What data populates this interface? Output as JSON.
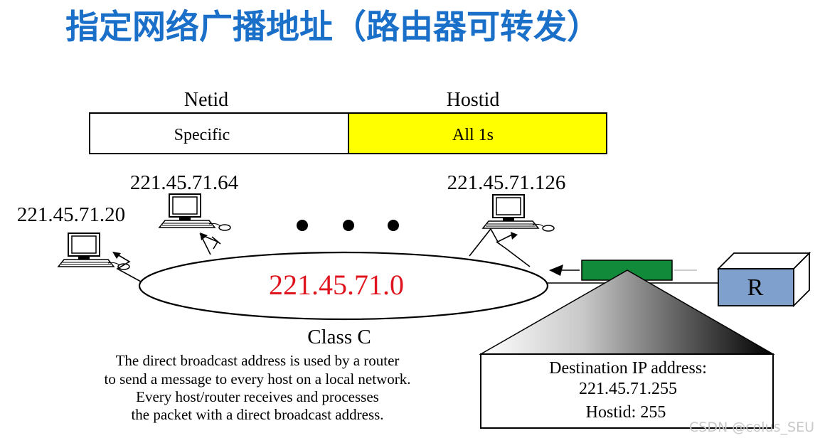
{
  "title": "指定网络广播地址（路由器可转发）",
  "address_format": {
    "netid_label": "Netid",
    "hostid_label": "Hostid",
    "netid_value": "Specific",
    "hostid_value": "All 1s",
    "hostid_color": "#ffff00"
  },
  "network": {
    "address": "221.45.71.0",
    "address_color": "#e0141e",
    "class_label": "Class C"
  },
  "hosts": [
    {
      "ip": "221.45.71.64"
    },
    {
      "ip": "221.45.71.20"
    },
    {
      "ip": "221.45.71.126"
    }
  ],
  "router": {
    "label": "R",
    "color": "#7f9fcc"
  },
  "packet": {
    "color": "#118a3a"
  },
  "packet_detail": {
    "line1": "Destination IP address:",
    "line2": "221.45.71.255",
    "line3": "Hostid: 255"
  },
  "description": [
    "The direct broadcast address is used by a router",
    "to send a message to every host on a local network.",
    "Every host/router receives and processes",
    "the packet with a direct broadcast address."
  ],
  "watermark": "CSDN @colus_SEU"
}
